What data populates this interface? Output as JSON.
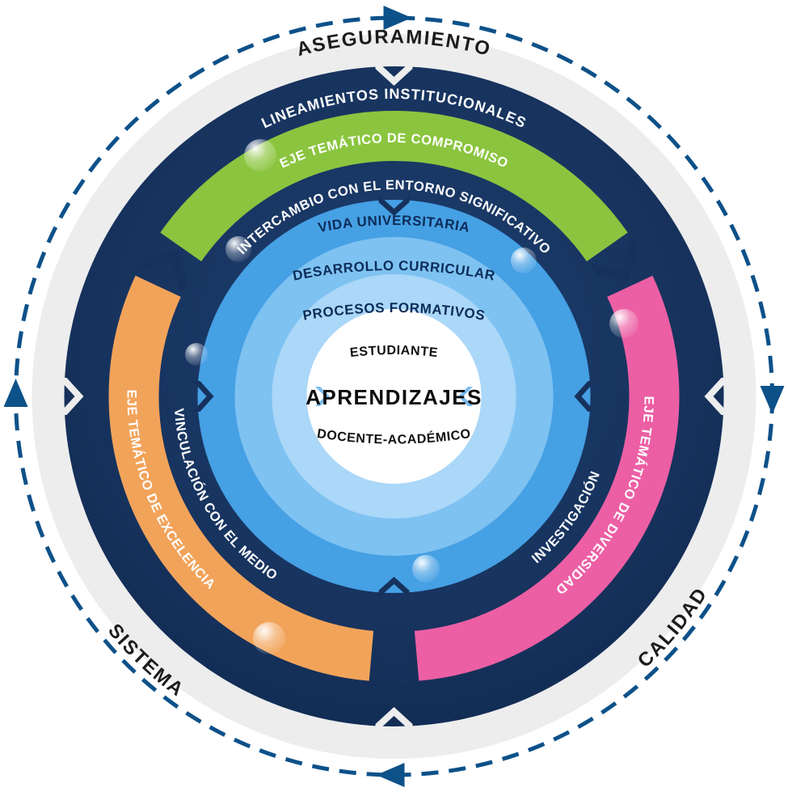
{
  "outer_cycle": {
    "top_label": "ASEGURAMIENTO",
    "bottom_left_label": "SISTEMA",
    "bottom_right_label": "CALIDAD"
  },
  "assurance_ring": {
    "label": "LINEAMIENTOS INSTITUCIONALES",
    "exchange_label": "INTERCAMBIO CON EL ENTORNO SIGNIFICATIVO",
    "left_label": "VINCULACIÓN CON EL MEDIO",
    "right_label": "INVESTIGACIÓN"
  },
  "thematic_axes": [
    {
      "label": "EJE TEMÁTICO DE COMPROMISO",
      "position": "top",
      "color": "#8bc53f"
    },
    {
      "label": "EJE TEMÁTICO DE DIVERSIDAD",
      "position": "right",
      "color": "#ec5fa4"
    },
    {
      "label": "EJE TEMÁTICO DE EXCELENCIA",
      "position": "left",
      "color": "#f2a35a"
    }
  ],
  "inner_rings": [
    {
      "label": "VIDA UNIVERSITARIA",
      "color": "#46a0e4"
    },
    {
      "label": "DESARROLLO CURRICULAR",
      "color": "#7ec2f1"
    },
    {
      "label": "PROCESOS FORMATIVOS",
      "color": "#abd7f8"
    }
  ],
  "core": {
    "top_label": "ESTUDIANTE",
    "center_label": "APRENDIZAJES",
    "bottom_label": "DOCENTE-ACADÉMICO",
    "color": "#ffffff"
  },
  "colors": {
    "navy": "#16325c",
    "outer_dash": "#0d5189",
    "gray_ring": "#ededee",
    "background": "#ffffff"
  }
}
